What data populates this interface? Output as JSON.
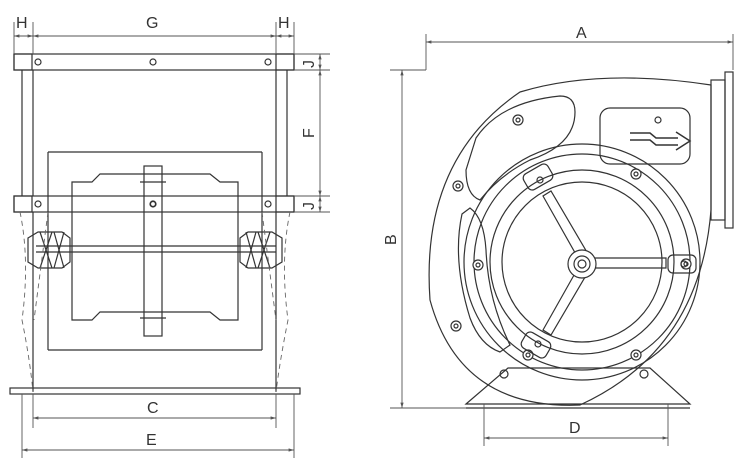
{
  "diagram": {
    "dimension_labels": {
      "A": "A",
      "B": "B",
      "C": "C",
      "D": "D",
      "E": "E",
      "F": "F",
      "G": "G",
      "H_left": "H",
      "H_right": "H",
      "J_top": "J",
      "J_bottom": "J"
    },
    "colors": {
      "line": "#333333",
      "dim": "#555555",
      "fill": "#ffffff"
    }
  }
}
